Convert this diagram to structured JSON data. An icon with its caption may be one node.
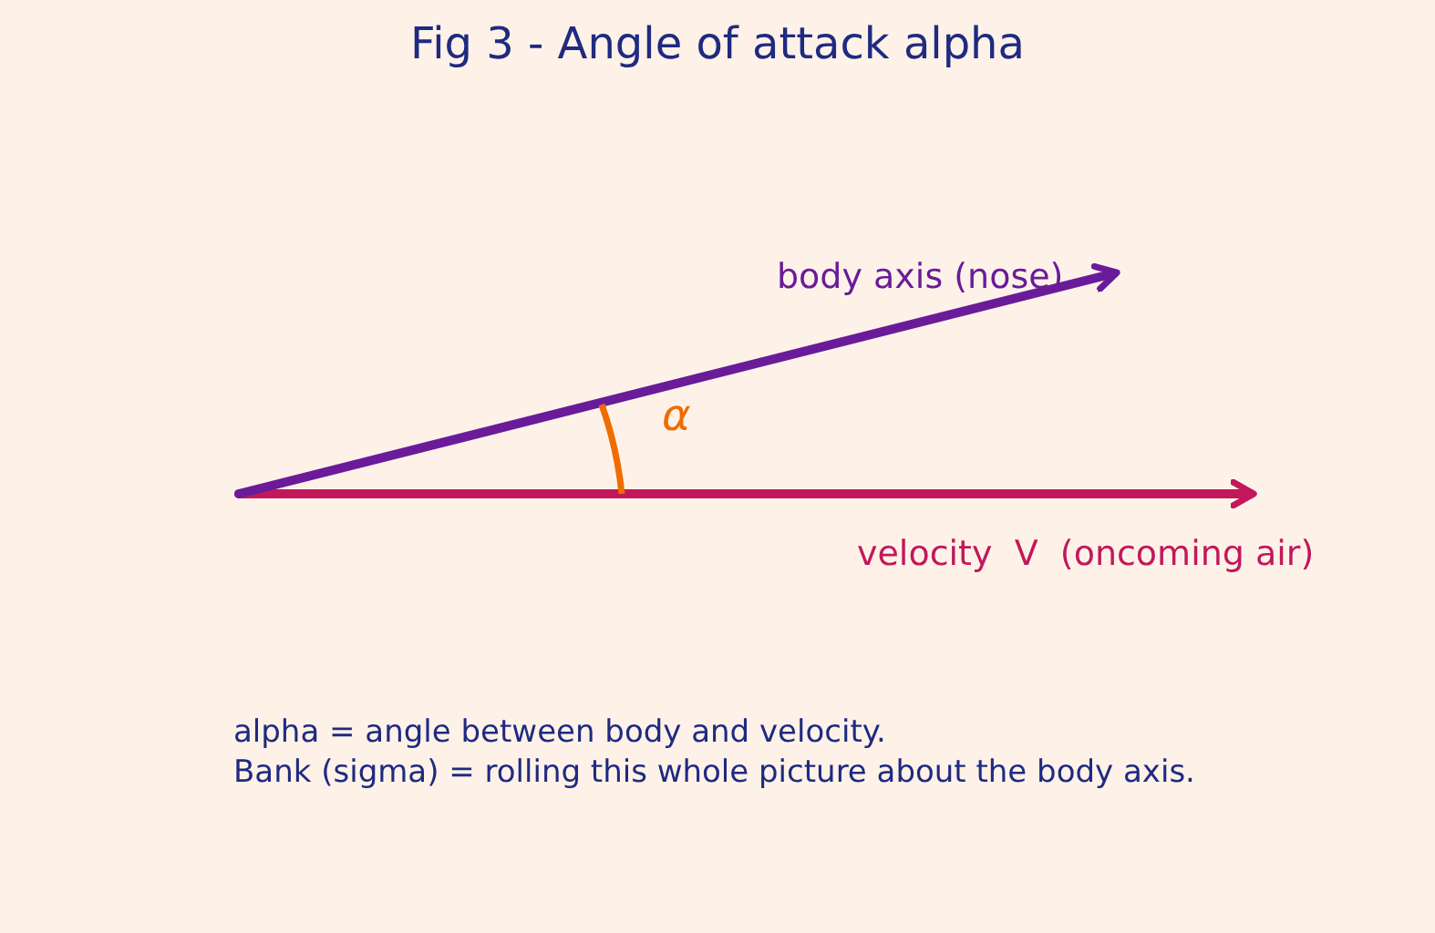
{
  "diagram": {
    "title": "Fig 3 - Angle of attack alpha",
    "labels": [
      "body axis (nose)",
      "α",
      "velocity  V  (oncoming air)",
      "alpha = angle between body and velocity.",
      "Bank (sigma) = rolling this whole picture about the body axis."
    ]
  }
}
